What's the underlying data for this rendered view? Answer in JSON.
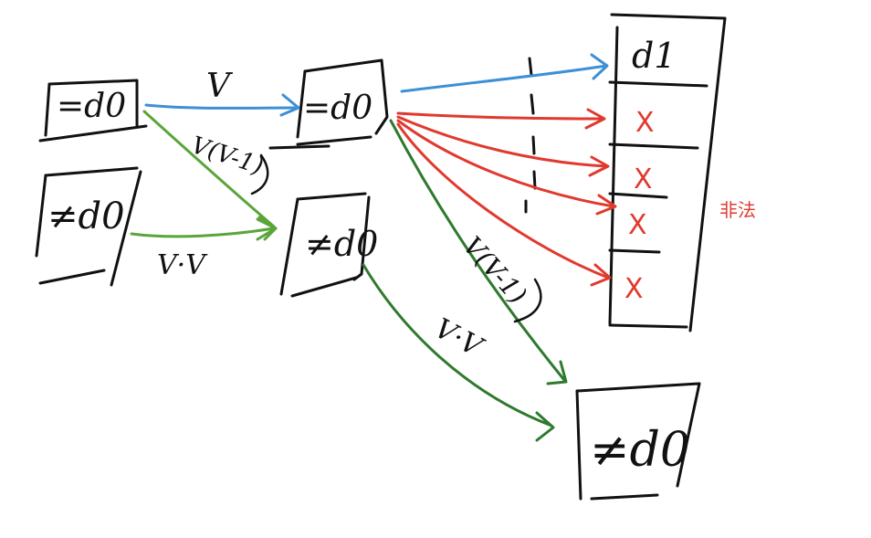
{
  "colors": {
    "ink": "#111111",
    "blue": "#3d8fd6",
    "light_green": "#5aa53a",
    "dark_green": "#2e7a2e",
    "red": "#e03a2f"
  },
  "nodes": {
    "eq_d0_left": "=d0",
    "neq_d0_left": "≠d0",
    "eq_d0_mid": "=d0",
    "neq_d0_mid": "≠d0",
    "neq_d0_bottom": "≠d0",
    "d1_cell": "d1",
    "x_mark": "X"
  },
  "edge_labels": {
    "v": "V",
    "v_v_minus_1_a": "V(V-1)",
    "v_dot_v_a": "V·V",
    "v_v_minus_1_b": "V(V-1)",
    "v_dot_v_b": "V·V"
  },
  "illegal_label": "非法"
}
